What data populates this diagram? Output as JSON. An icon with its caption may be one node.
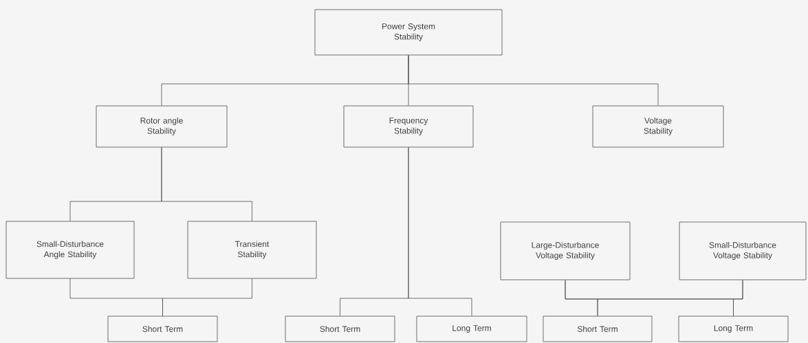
{
  "diagram": {
    "nodes": [
      {
        "text": [
          "Power System Stability"
        ]
      },
      {
        "text": [
          "Rotor angle Stability"
        ]
      },
      {
        "text": [
          "Frequency Stability"
        ]
      },
      {
        "text": [
          "Voltage Stability"
        ]
      },
      {
        "text": [
          "Small-Disturbance Angle Stability"
        ]
      },
      {
        "text": [
          "Transient Stability"
        ]
      },
      {
        "text": [
          "Large-Disturbance Voltage Stability"
        ]
      },
      {
        "text": [
          "Small-Disturbance Voltage Stability"
        ]
      },
      {
        "text": [
          "Short Term"
        ]
      },
      {
        "text": [
          "Short Term"
        ]
      },
      {
        "text": [
          "Long Term"
        ]
      },
      {
        "text": [
          "Short Term"
        ]
      },
      {
        "text": [
          "Long Term"
        ]
      }
    ],
    "edges": [
      {
        "from": 0,
        "to": 1,
        "arrow": "none"
      },
      {
        "from": 0,
        "to": 2,
        "arrow": "none"
      },
      {
        "from": 0,
        "to": 3,
        "arrow": "none"
      },
      {
        "from": 1,
        "to": 4,
        "arrow": "none"
      },
      {
        "from": 1,
        "to": 5,
        "arrow": "none"
      },
      {
        "from": 4,
        "to": 8,
        "arrow": "none"
      },
      {
        "from": 5,
        "to": 8,
        "arrow": "none"
      },
      {
        "from": 2,
        "to": 9,
        "arrow": "none"
      },
      {
        "from": 2,
        "to": 10,
        "arrow": "none"
      },
      {
        "from": 6,
        "to": 11,
        "arrow": "none"
      },
      {
        "from": 6,
        "to": 12,
        "arrow": "none"
      },
      {
        "from": 7,
        "to": 11,
        "arrow": "none"
      },
      {
        "from": 7,
        "to": 12,
        "arrow": "none"
      }
    ]
  }
}
